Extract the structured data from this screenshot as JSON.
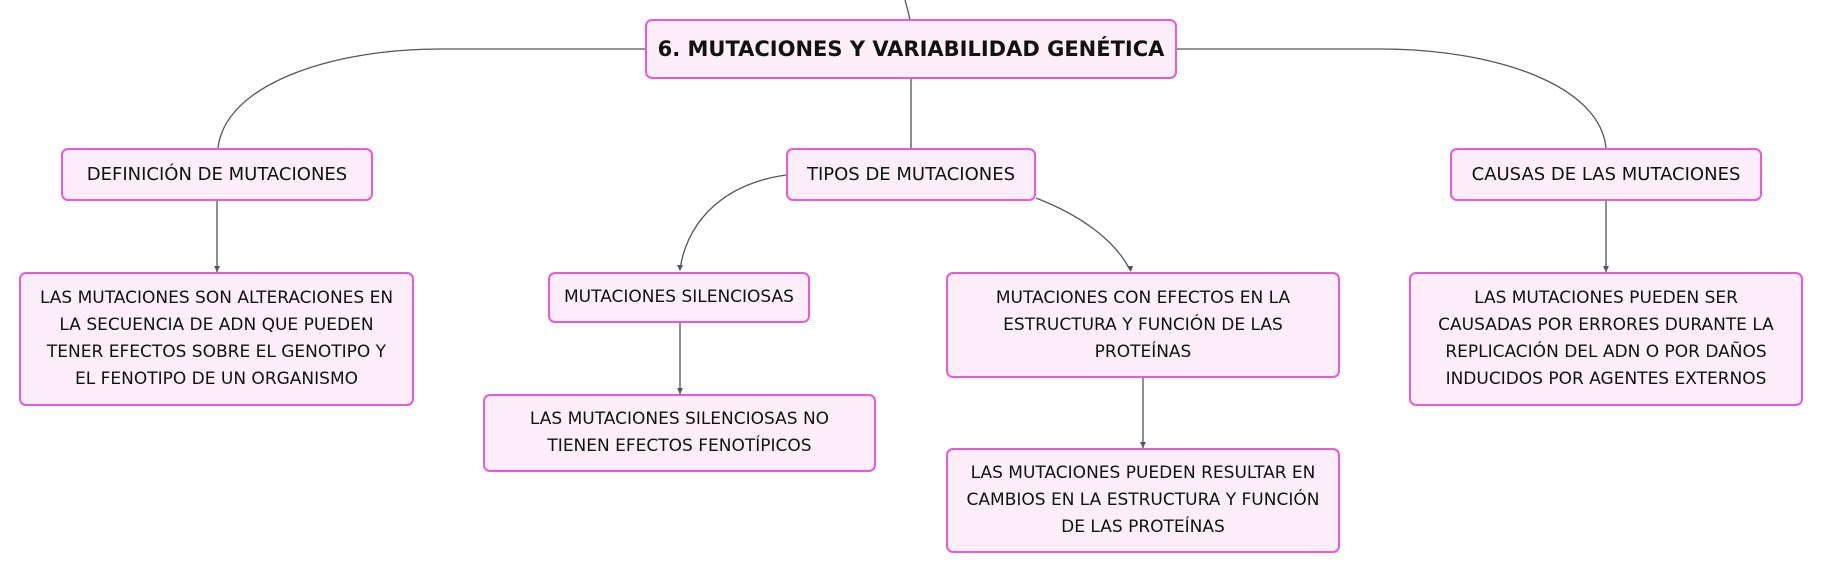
{
  "colors": {
    "node_fill": "#fdeefa",
    "node_border": "#e85ad8",
    "connector": "#555555",
    "text": "#111111"
  },
  "nodes": {
    "root": "6. MUTACIONES Y VARIABILIDAD GENÉTICA",
    "definicion": "DEFINICIÓN DE MUTACIONES",
    "tipos": "TIPOS DE MUTACIONES",
    "causas": "CAUSAS DE LAS MUTACIONES",
    "definicion_detalle": "LAS MUTACIONES SON ALTERACIONES EN LA SECUENCIA DE ADN QUE PUEDEN TENER EFECTOS SOBRE EL GENOTIPO Y EL FENOTIPO DE UN ORGANISMO",
    "silenciosas": "MUTACIONES SILENCIOSAS",
    "silenciosas_detalle": "LAS MUTACIONES SILENCIOSAS NO TIENEN EFECTOS FENOTÍPICOS",
    "efectos": "MUTACIONES CON EFECTOS EN LA ESTRUCTURA Y FUNCIÓN DE LAS PROTEÍNAS",
    "efectos_detalle": "LAS MUTACIONES PUEDEN RESULTAR EN CAMBIOS EN LA ESTRUCTURA Y FUNCIÓN DE LAS PROTEÍNAS",
    "causas_detalle": "LAS MUTACIONES PUEDEN SER CAUSADAS POR ERRORES DURANTE LA REPLICACIÓN DEL ADN O POR DAÑOS INDUCIDOS POR AGENTES EXTERNOS"
  }
}
